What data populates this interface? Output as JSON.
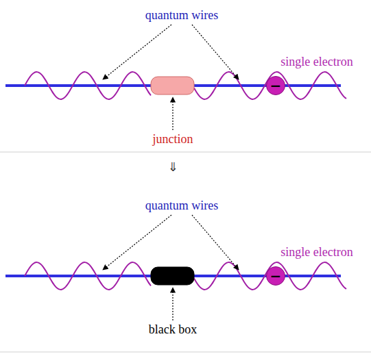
{
  "diagram": {
    "nodes": [
      {
        "text": [
          "−"
        ]
      },
      {
        "text": [
          "−"
        ]
      }
    ],
    "labels": [
      "quantum wires",
      "single electron",
      "junction",
      "⇓",
      "quantum wires",
      "single electron",
      "black box"
    ]
  }
}
